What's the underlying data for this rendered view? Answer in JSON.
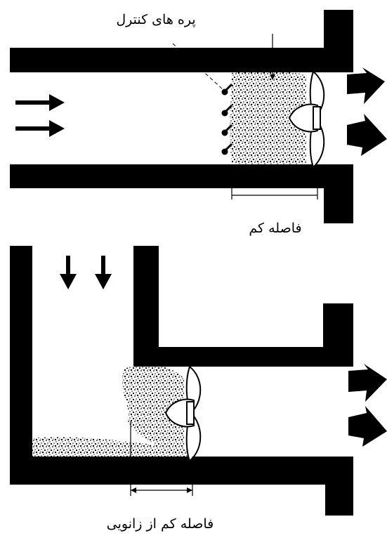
{
  "labels": {
    "control_vanes": "پره های کنترل",
    "short_distance": "فاصله کم",
    "short_distance_from_elbow": "فاصله کم از زانویی"
  },
  "colors": {
    "wall": "#000000",
    "background": "#ffffff",
    "turbulence_dots": "#000000"
  }
}
